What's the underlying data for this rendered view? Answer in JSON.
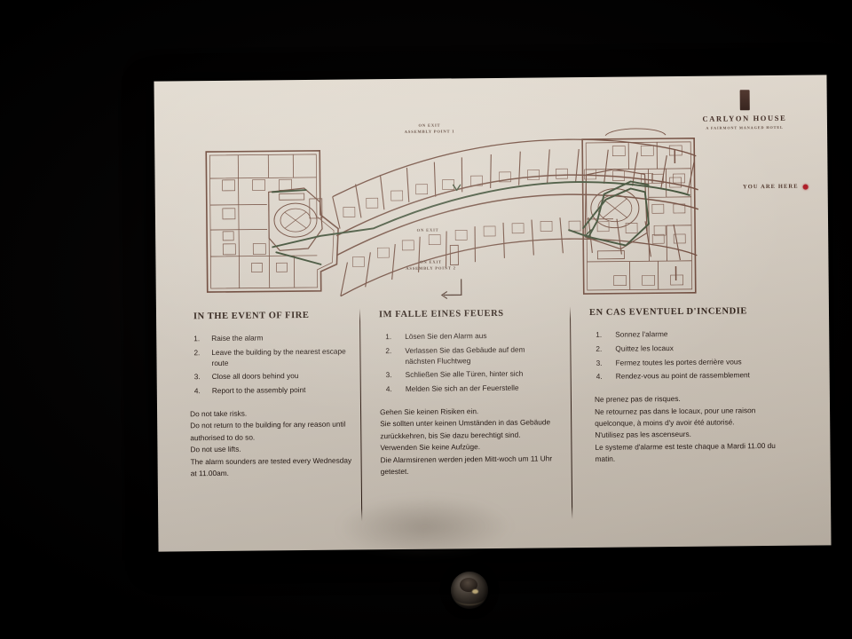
{
  "sign": {
    "logo": {
      "mark": "rectangular-emblem",
      "name": "CARLYON HOUSE",
      "tagline": "A FAIRMONT MANAGED HOTEL"
    },
    "you_are_here": {
      "label": "YOU ARE HERE",
      "marker_color": "#b01822"
    },
    "map": {
      "title": "floor-plan-evacuation-map",
      "exit_top": {
        "line1": "ON EXIT",
        "line2": "ASSEMBLY POINT 1"
      },
      "exit_mid": {
        "line1": "ON EXIT",
        "line2": ""
      },
      "exit_bottom": {
        "line1": "ON EXIT",
        "line2": "ASSEMBLY POINT 2"
      },
      "route_color": "#2f3f22",
      "wall_color": "#5c3a2c"
    },
    "columns": [
      {
        "lang": "en",
        "heading": "IN THE EVENT OF FIRE",
        "steps": [
          "Raise the alarm",
          "Leave the building by the nearest escape route",
          "Close all doors behind you",
          "Report to the assembly point"
        ],
        "notes": [
          "Do not take risks.",
          "Do not return to the building for any reason until authorised to do so.",
          "Do not use lifts.",
          "The alarm sounders are tested every Wednesday at 11.00am."
        ]
      },
      {
        "lang": "de",
        "heading": "IM FALLE EINES FEUERS",
        "steps": [
          "Lösen Sie den Alarm aus",
          "Verlassen Sie das Gebäude auf dem nächsten Fluchtweg",
          "Schließen Sie alle Türen, hinter sich",
          "Melden Sie sich an der Feuerstelle"
        ],
        "notes": [
          "Gehen Sie keinen Risiken ein.",
          "Sie sollten unter keinen Umständen in das Gebäude zurückkehren, bis Sie dazu berechtigt sind.",
          "Verwenden Sie keine Aufzüge.",
          "Die Alarmsirenen werden jeden Mitt-woch um 11 Uhr getestet."
        ]
      },
      {
        "lang": "fr",
        "heading": "EN CAS EVENTUEL D'INCENDIE",
        "steps": [
          "Sonnez l'alarme",
          "Quittez les locaux",
          "Fermez toutes les portes derrière vous",
          "Rendez-vous au point de rassemblement"
        ],
        "notes": [
          "Ne prenez pas de risques.",
          "Ne retournez pas dans le locaux, pour une raison quelconque, à moins d'y avoir été autorisé.",
          "N'utilisez pas les ascenseurs.",
          "Le systeme d'alarme est teste chaque a Mardi 11.00 du matin."
        ]
      }
    ],
    "numbering": [
      "1.",
      "2.",
      "3.",
      "4."
    ]
  },
  "fixture": {
    "name": "wall-mount-knob"
  }
}
